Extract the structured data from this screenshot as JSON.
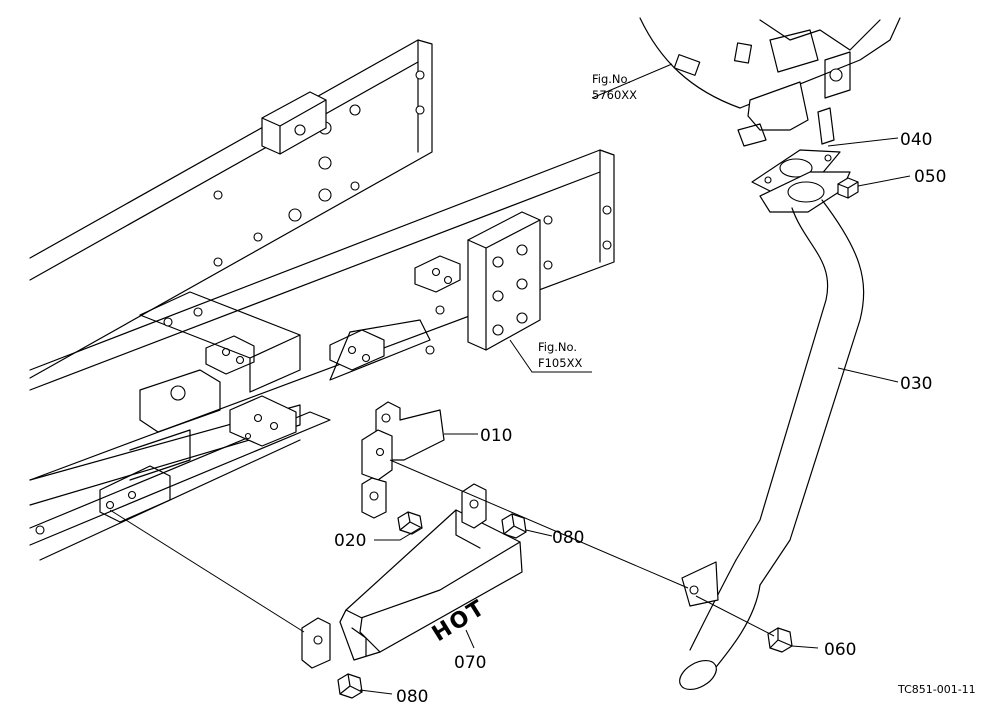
{
  "parts": {
    "p010": "010",
    "p020": "020",
    "p030": "030",
    "p040": "040",
    "p050": "050",
    "p060": "060",
    "p070": "070",
    "p080a": "080",
    "p080b": "080"
  },
  "refs": {
    "muffler_title": "Fig.No.",
    "muffler_code": "5760XX",
    "frame_title": "Fig.No.",
    "frame_code": "F105XX"
  },
  "cover_marking": "HOT",
  "drawing_code": "TC851-001-11"
}
